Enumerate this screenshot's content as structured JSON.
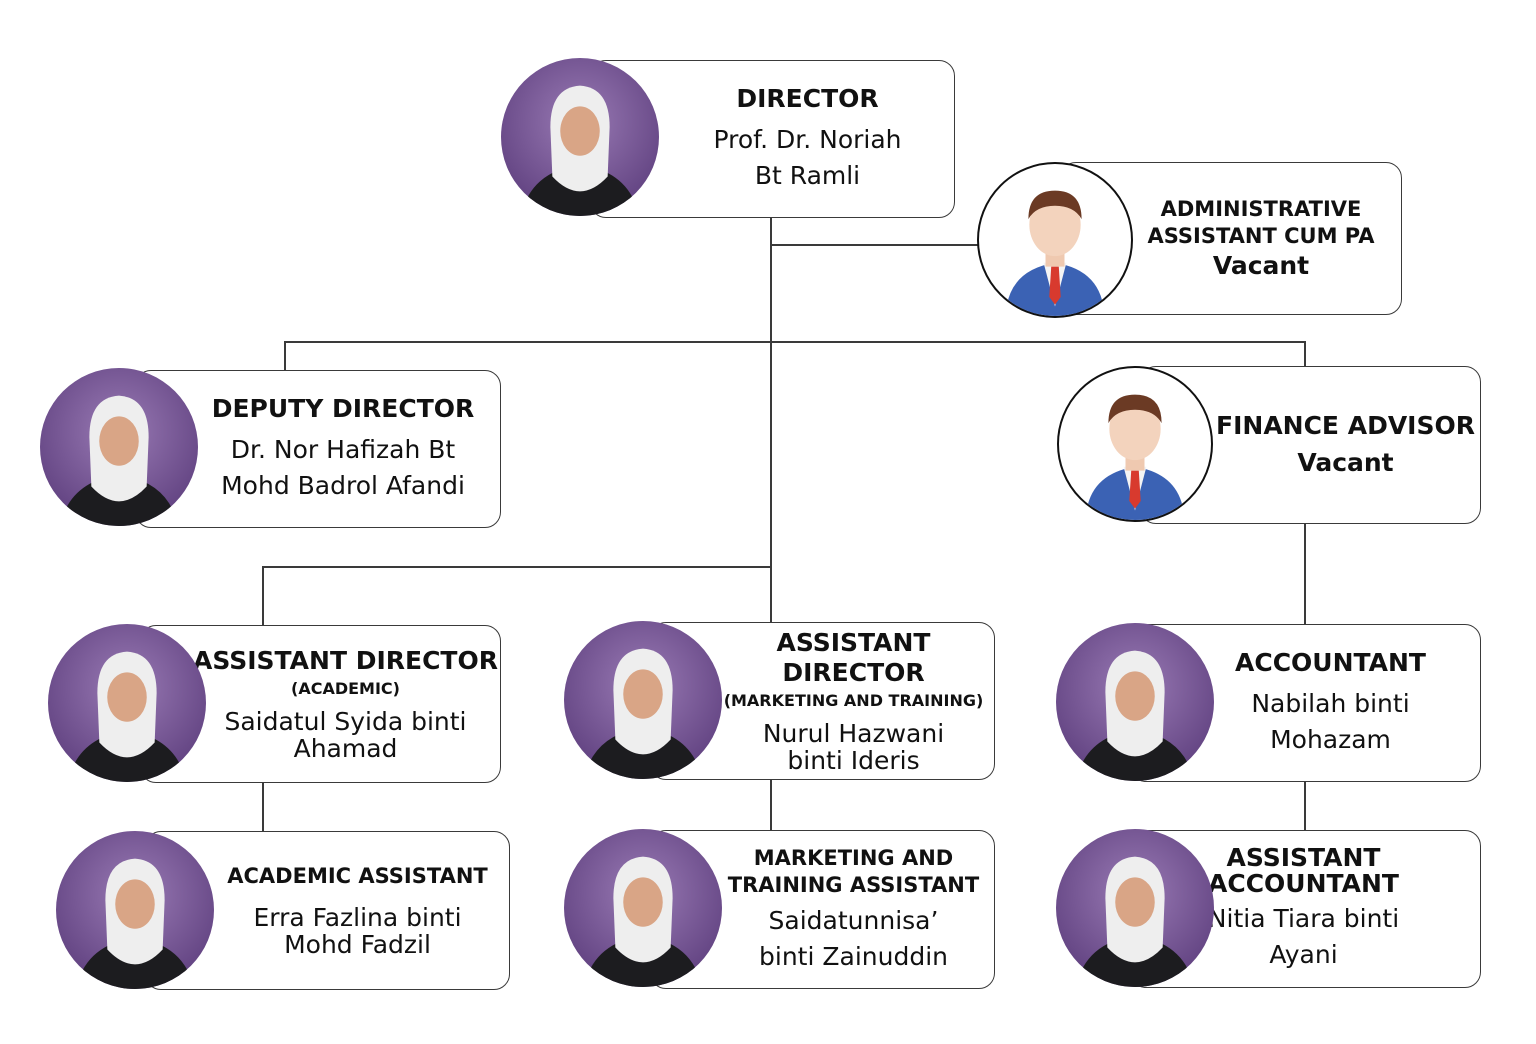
{
  "colors": {
    "line": "#3a3a3a",
    "photo_bg": "#7a5a96",
    "suit": "#3b62b4",
    "tie": "#d83a2e"
  },
  "director": {
    "title": "DIRECTOR",
    "name_lines": [
      "Prof. Dr. Noriah",
      "Bt Ramli"
    ]
  },
  "admin_assistant": {
    "title_lines": [
      "ADMINISTRATIVE",
      "ASSISTANT CUM PA"
    ],
    "status": "Vacant",
    "icon": "person-avatar-icon"
  },
  "deputy_director": {
    "title": "DEPUTY DIRECTOR",
    "name_lines": [
      "Dr. Nor Hafizah Bt",
      "Mohd Badrol Afandi"
    ]
  },
  "finance_advisor": {
    "title": "FINANCE ADVISOR",
    "status": "Vacant",
    "icon": "person-avatar-icon"
  },
  "ad_academic": {
    "title": "ASSISTANT DIRECTOR",
    "subtitle": "(ACADEMIC)",
    "name_lines": [
      "Saidatul Syida binti",
      "Ahamad"
    ]
  },
  "ad_marketing": {
    "title": "ASSISTANT DIRECTOR",
    "subtitle": "(MARKETING AND TRAINING)",
    "name_lines": [
      "Nurul Hazwani",
      "binti Ideris"
    ]
  },
  "accountant": {
    "title": "ACCOUNTANT",
    "name_lines": [
      "Nabilah binti",
      "Mohazam"
    ]
  },
  "academic_assistant": {
    "title": "ACADEMIC ASSISTANT",
    "name_lines": [
      "Erra Fazlina binti",
      "Mohd Fadzil"
    ]
  },
  "marketing_assistant": {
    "title_lines": [
      "MARKETING AND",
      "TRAINING ASSISTANT"
    ],
    "name_lines": [
      "Saidatunnisa’",
      "binti Zainuddin"
    ]
  },
  "assistant_accountant": {
    "title_lines": [
      "ASSISTANT",
      "ACCOUNTANT"
    ],
    "name_lines": [
      "Nitia Tiara binti",
      "Ayani"
    ]
  }
}
